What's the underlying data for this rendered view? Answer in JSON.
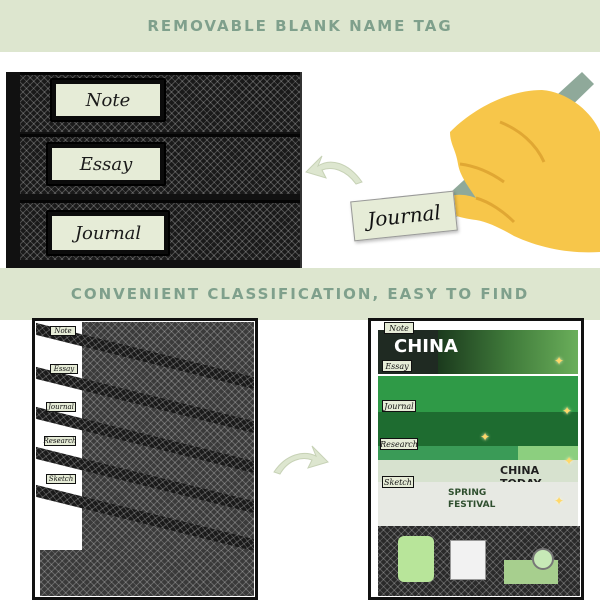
{
  "banners": {
    "top": "REMOVABLE BLANK NAME TAG",
    "middle": "CONVENIENT CLASSIFICATION, EASY TO FIND"
  },
  "closeup_tags": [
    "Note",
    "Essay",
    "Journal"
  ],
  "loose_tag": "Journal",
  "left_organizer_tags": [
    "Note",
    "Essay",
    "Journal",
    "Research",
    "Sketch"
  ],
  "right_organizer_tags": [
    "Note",
    "Essay",
    "Journal",
    "Research",
    "Sketch"
  ],
  "magazine_text": {
    "china": "CHINA",
    "china_today": "CHINA TODAY",
    "spring": "SPRING",
    "festival": "FESTIVAL"
  },
  "colors": {
    "banner_bg": "#dde6cf",
    "banner_text": "#7fa08c",
    "tag_card": "#e6ecd7",
    "hand": "#f7c64a",
    "pen": "#8fa99a",
    "arrow": "#dde6cf",
    "mesh": "#1a1a1a"
  },
  "icons": {
    "hand": "hand-writing-icon",
    "arrow": "curved-arrow-icon",
    "sparkle": "sparkle-icon"
  }
}
